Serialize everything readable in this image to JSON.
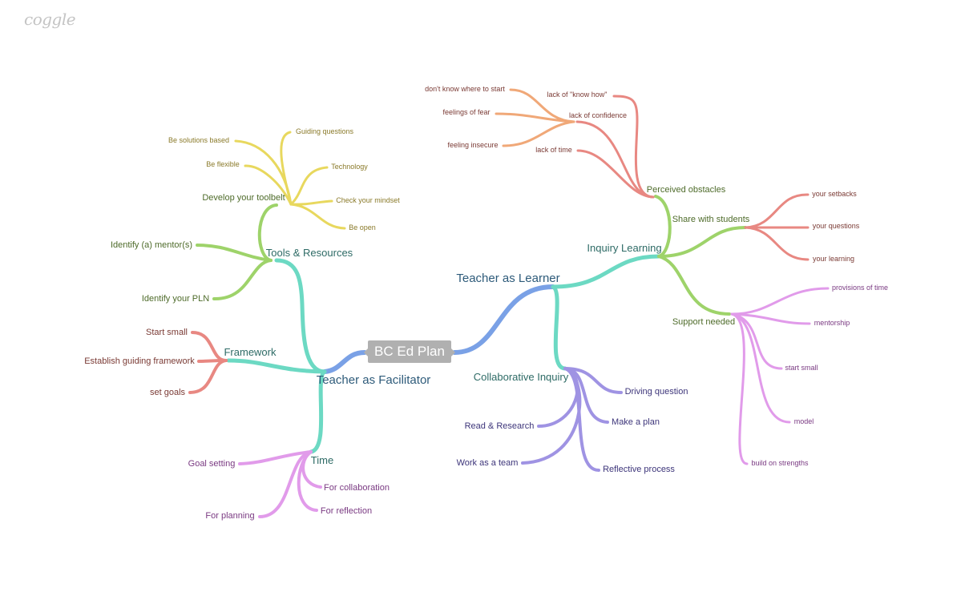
{
  "logo": "coggle",
  "root": "BC Ed Plan",
  "colors": {
    "root_to_main": "#7aa1e6",
    "teal": "#6cd9c3",
    "green": "#9ed36a",
    "yellow": "#e8d85e",
    "red": "#e88882",
    "orange": "#f0a878",
    "purple": "#9f93e3",
    "pink": "#e19bea",
    "text_main": "#2e5b7a",
    "text_green": "#4e6b2a",
    "text_yellow": "#8a7a2a",
    "text_red": "#7a3a34",
    "text_purple": "#3d357a",
    "text_pink": "#7a3a82",
    "text_teal": "#2e6b66"
  },
  "labels": {
    "teacher_facilitator": "Teacher as Facilitator",
    "teacher_learner": "Teacher as Learner",
    "tools_resources": "Tools & Resources",
    "framework": "Framework",
    "time": "Time",
    "develop_toolbelt": "Develop your toolbelt",
    "identify_mentor": "Identify (a) mentor(s)",
    "identify_pln": "Identify your PLN",
    "guiding_questions": "Guiding questions",
    "be_solutions": "Be solutions based",
    "be_flexible": "Be flexible",
    "technology": "Technology",
    "check_mindset": "Check your mindset",
    "be_open": "Be open",
    "start_small": "Start small",
    "establish_framework": "Establish guiding framework",
    "set_goals": "set goals",
    "goal_setting": "Goal setting",
    "for_collaboration": "For collaboration",
    "for_reflection": "For reflection",
    "for_planning": "For planning",
    "inquiry_learning": "Inquiry Learning",
    "collab_inquiry": "Collaborative Inquiry",
    "perceived_obstacles": "Perceived obstacles",
    "share_students": "Share with students",
    "support_needed": "Support needed",
    "lack_know_how": "lack of \"know how\"",
    "lack_confidence": "lack of confidence",
    "lack_time": "lack of time",
    "dont_know": "don't know where to start",
    "feelings_fear": "feelings of fear",
    "feeling_insecure": "feeling insecure",
    "your_setbacks": "your setbacks",
    "your_questions": "your questions",
    "your_learning": "your learning",
    "provisions_time": "provisions of time",
    "mentorship": "mentorship",
    "start_small_2": "start small",
    "model": "model",
    "build_strengths": "build on strengths",
    "driving_question": "Driving question",
    "make_plan": "Make a plan",
    "read_research": "Read & Research",
    "work_team": "Work as a team",
    "reflective_process": "Reflective process"
  }
}
